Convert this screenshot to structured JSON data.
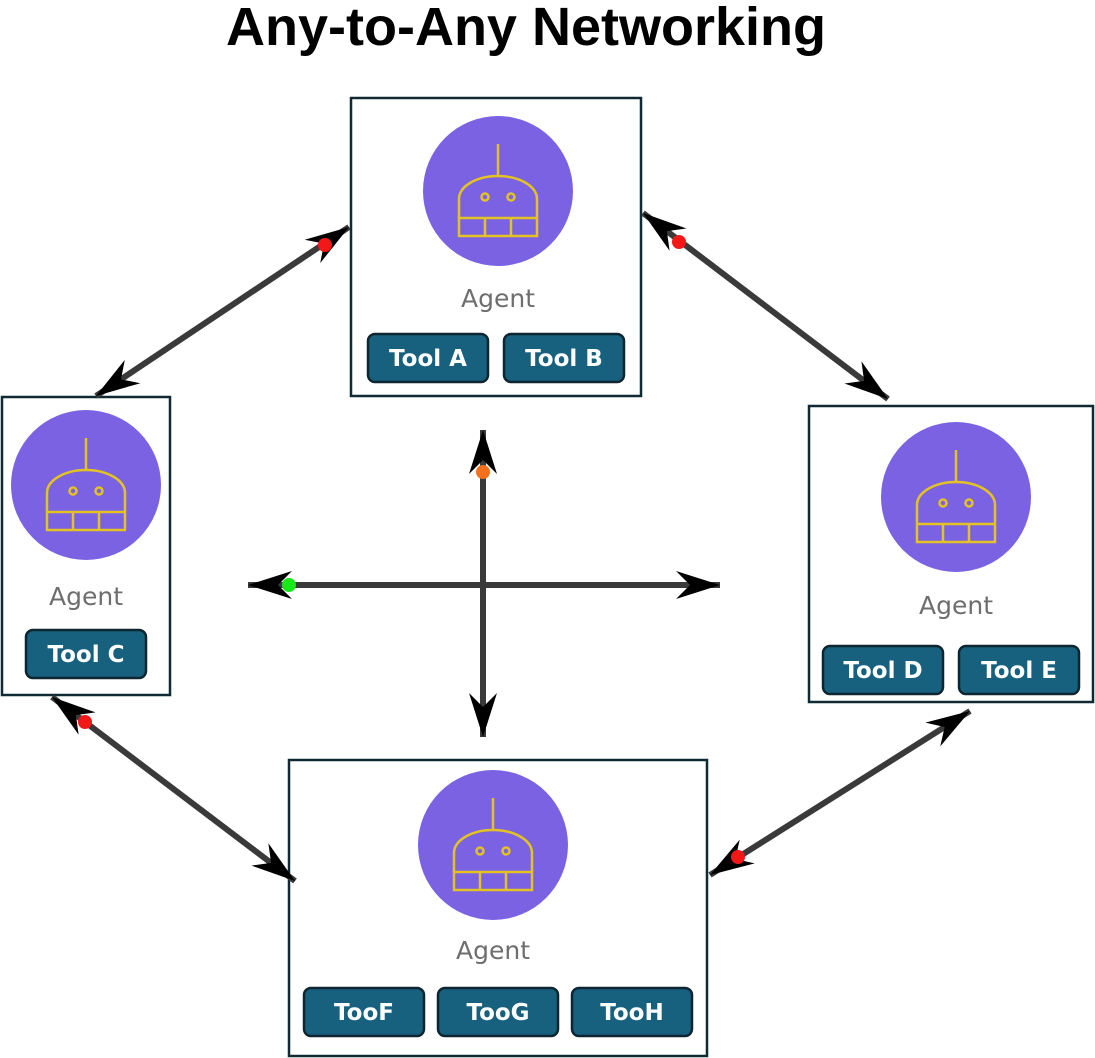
{
  "title": "Any-to-Any Networking",
  "colors": {
    "box_border": "#0f2a33",
    "agent_circle": "#7a62e2",
    "robot_stroke": "#e3c324",
    "tool_fill": "#17617f",
    "tool_border": "#0d2630",
    "arrow": "#3a3a3a",
    "dot_red": "#f21818",
    "dot_green": "#18e818",
    "dot_orange": "#f4701c"
  },
  "agents": [
    {
      "id": "top",
      "label": "Agent",
      "tools": [
        "Tool A",
        "Tool B"
      ]
    },
    {
      "id": "left",
      "label": "Agent",
      "tools": [
        "Tool C"
      ]
    },
    {
      "id": "right",
      "label": "Agent",
      "tools": [
        "Tool D",
        "Tool E"
      ]
    },
    {
      "id": "bottom",
      "label": "Agent",
      "tools": [
        "TooF",
        "TooG",
        "TooH"
      ]
    }
  ],
  "icons": {
    "agent": "robot-icon",
    "dot": "connector-dot"
  }
}
